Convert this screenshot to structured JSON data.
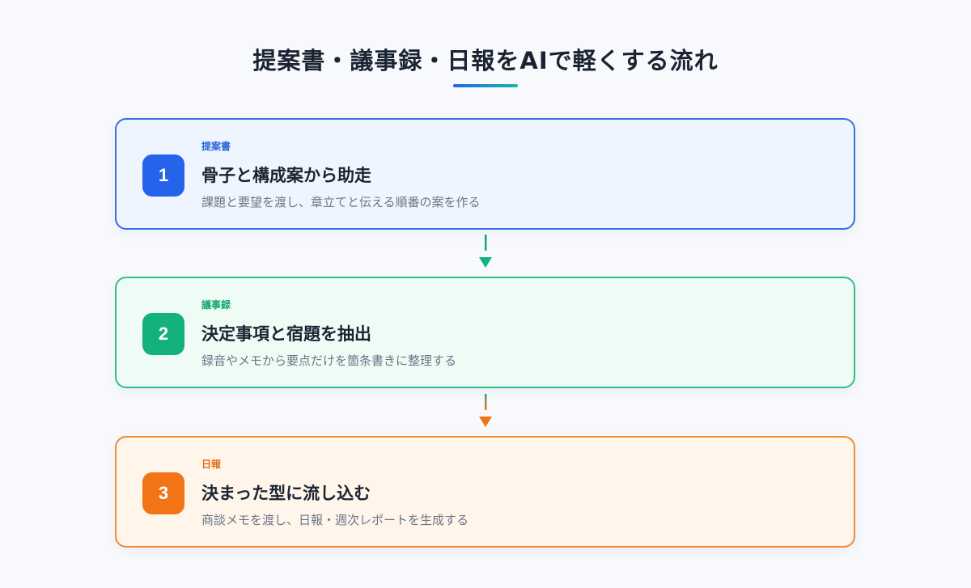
{
  "title": "提案書・議事録・日報をAIで軽くする流れ",
  "steps": [
    {
      "number": "1",
      "tag": "提案書",
      "heading": "骨子と構成案から助走",
      "description": "課題と要望を渡し、章立てと伝える順番の案を作る",
      "color": "#2563eb"
    },
    {
      "number": "2",
      "tag": "議事録",
      "heading": "決定事項と宿題を抽出",
      "description": "録音やメモから要点だけを箇条書きに整理する",
      "color": "#12b27a"
    },
    {
      "number": "3",
      "tag": "日報",
      "heading": "決まった型に流し込む",
      "description": "商談メモを渡し、日報・週次レポートを生成する",
      "color": "#f37417"
    }
  ]
}
